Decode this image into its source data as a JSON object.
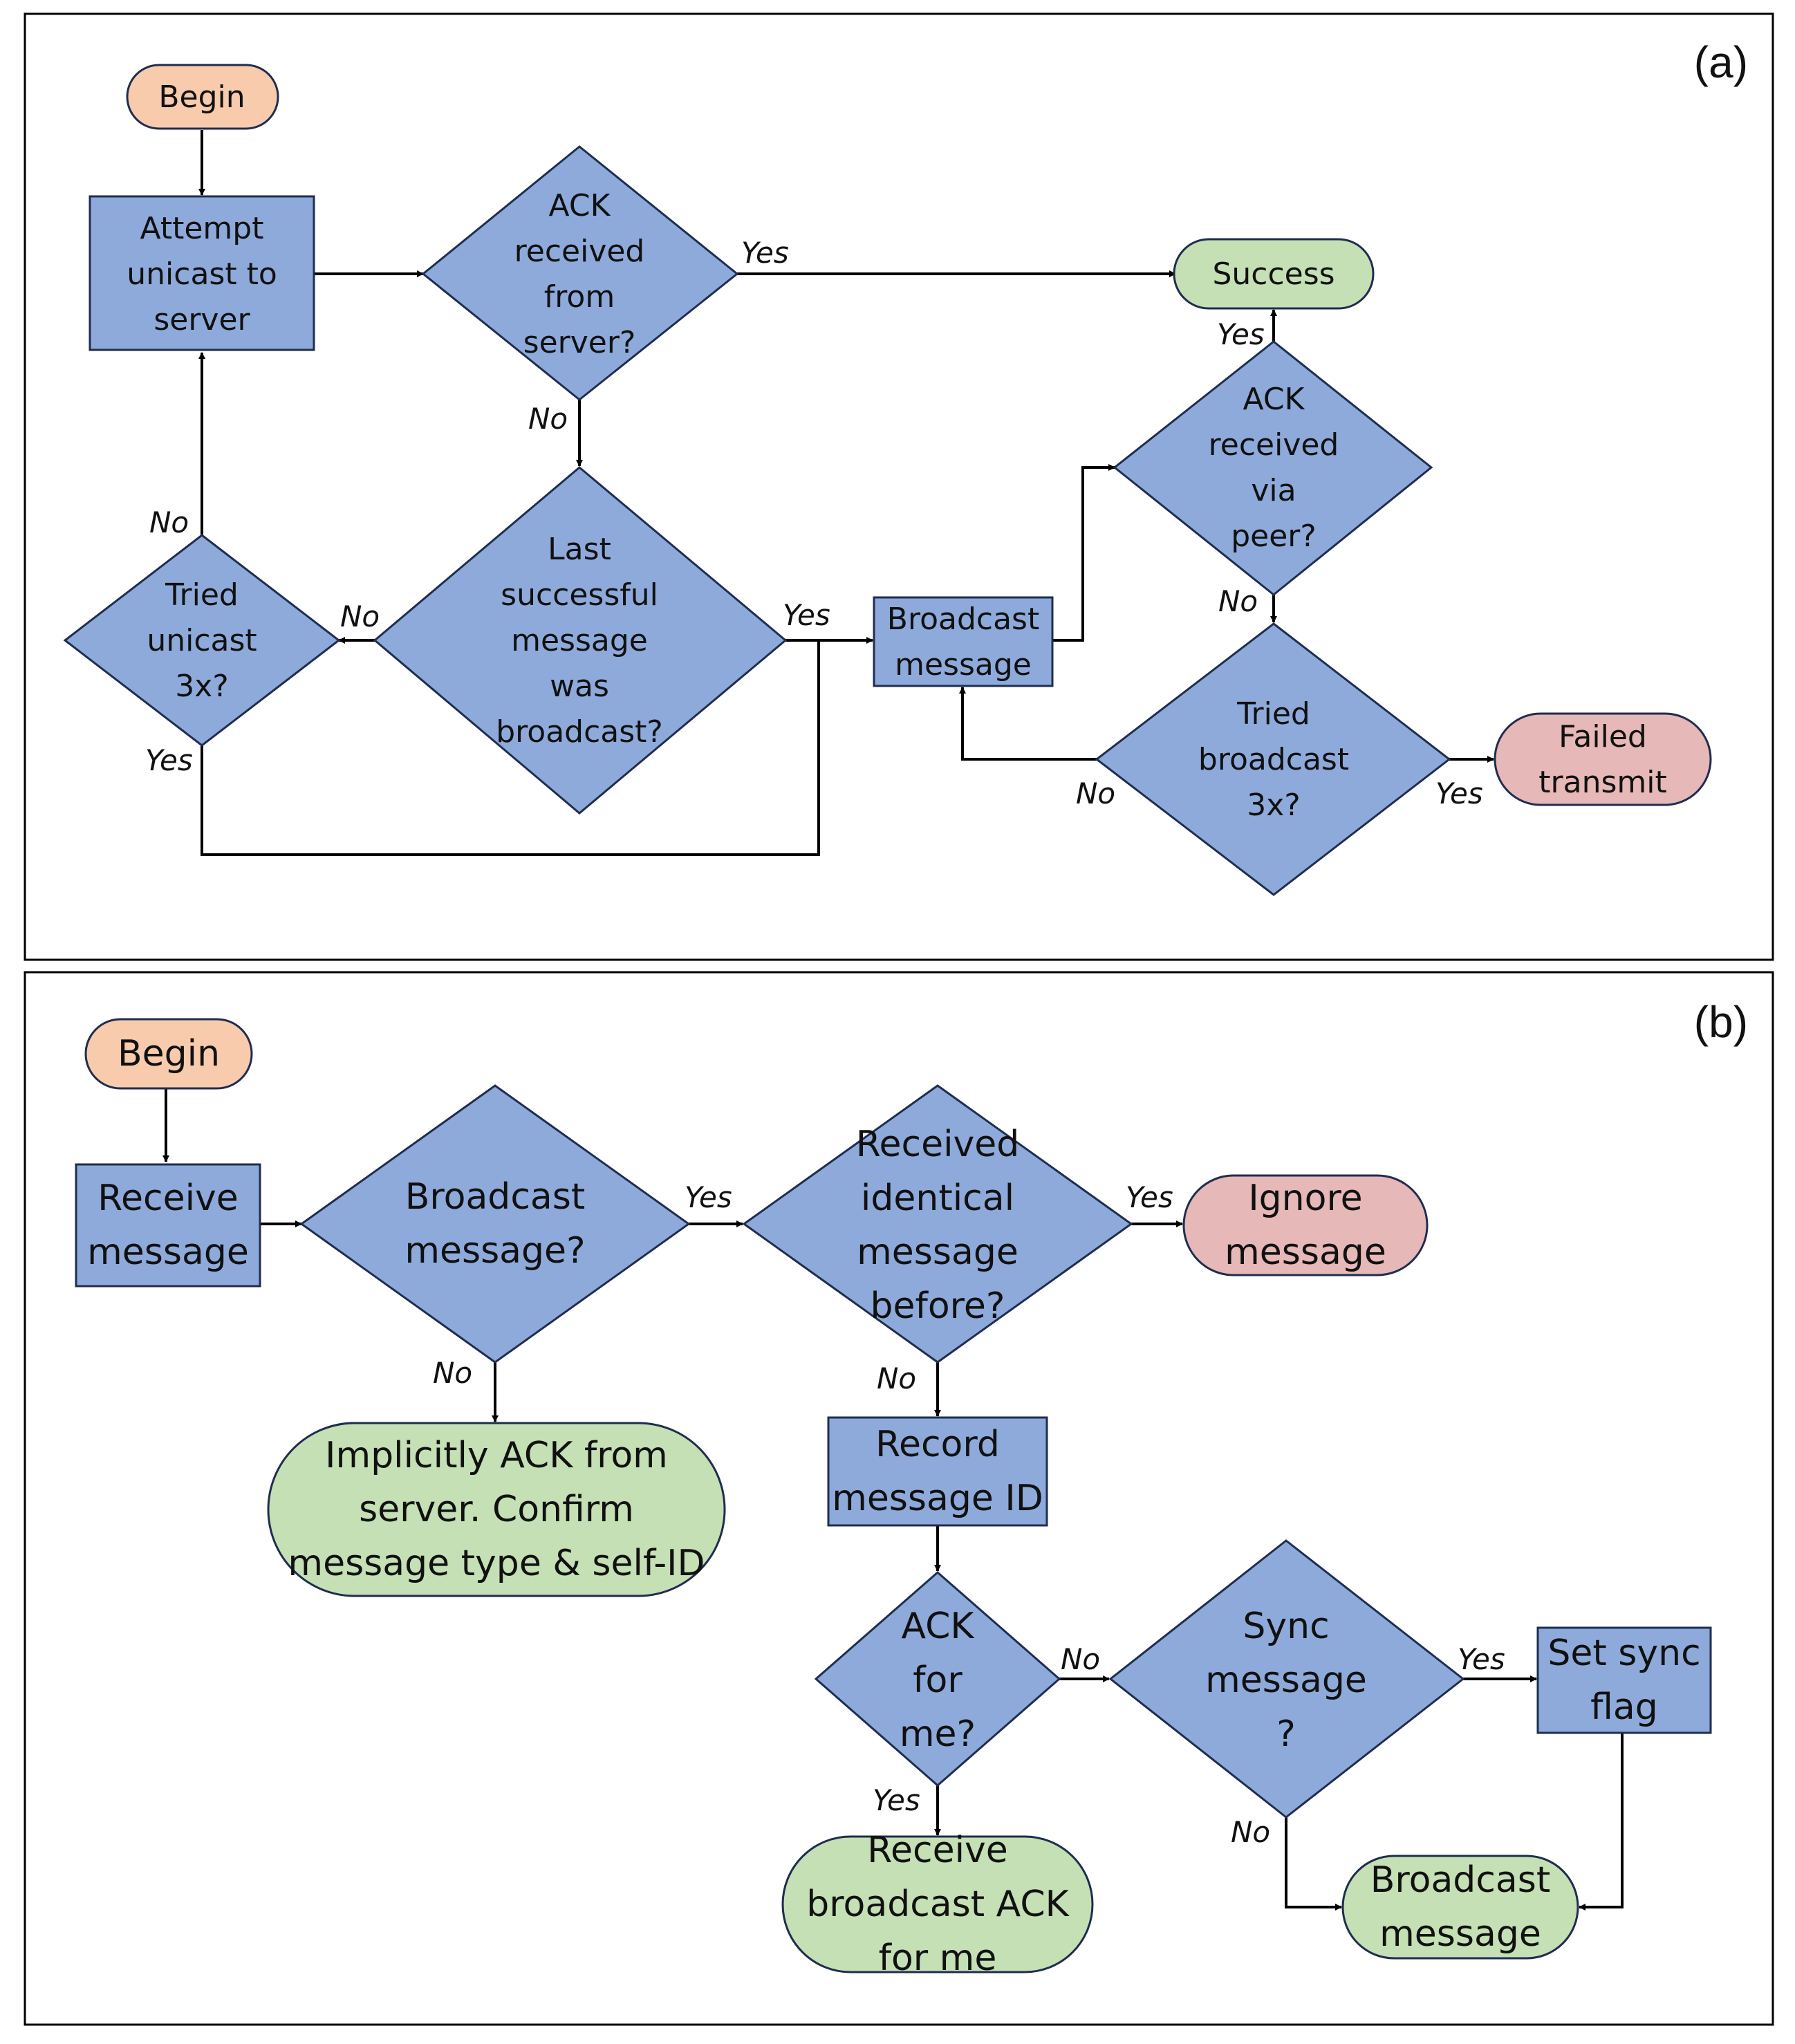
{
  "colors": {
    "process": "#8eaadb",
    "decision": "#8eaadb",
    "begin": "#f8cbad",
    "success": "#c5e0b4",
    "fail": "#e6b8b7",
    "stroke": "#1f2d4f",
    "line": "#000000"
  },
  "panel_a": {
    "label": "(a)",
    "nodes": {
      "begin": [
        "Begin"
      ],
      "attempt_unicast": [
        "Attempt",
        "unicast to",
        "server"
      ],
      "ack_from_server": [
        "ACK",
        "received",
        "from",
        "server?"
      ],
      "success": [
        "Success"
      ],
      "ack_via_peer": [
        "ACK",
        "received",
        "via",
        "peer?"
      ],
      "tried_unicast": [
        "Tried",
        "unicast",
        "3x?"
      ],
      "last_broadcast": [
        "Last",
        "successful",
        "message",
        "was",
        "broadcast?"
      ],
      "broadcast_message": [
        "Broadcast",
        "message"
      ],
      "tried_broadcast": [
        "Tried",
        "broadcast",
        "3x?"
      ],
      "failed_transmit": [
        "Failed",
        "transmit"
      ]
    },
    "edge_labels": {
      "ack_server_yes": "Yes",
      "ack_server_no": "No",
      "ack_peer_yes": "Yes",
      "ack_peer_no": "No",
      "tried_unicast_no": "No",
      "tried_unicast_yes": "Yes",
      "last_broadcast_no": "No",
      "last_broadcast_yes": "Yes",
      "tried_broadcast_no": "No",
      "tried_broadcast_yes": "Yes"
    }
  },
  "panel_b": {
    "label": "(b)",
    "nodes": {
      "begin": [
        "Begin"
      ],
      "receive_message": [
        "Receive",
        "message"
      ],
      "broadcast_q": [
        "Broadcast",
        "message?"
      ],
      "received_identical": [
        "Received",
        "identical",
        "message",
        "before?"
      ],
      "ignore_message": [
        "Ignore",
        "message"
      ],
      "implicit_ack": [
        "Implicitly ACK from",
        "server. Confirm",
        "message type & self-ID"
      ],
      "record_id": [
        "Record",
        "message ID"
      ],
      "ack_for_me": [
        "ACK",
        "for",
        "me?"
      ],
      "sync_q": [
        "Sync",
        "message",
        "?"
      ],
      "set_sync_flag": [
        "Set sync",
        "flag"
      ],
      "receive_broadcast_ack": [
        "Receive",
        "broadcast ACK",
        "for me"
      ],
      "broadcast_message": [
        "Broadcast",
        "message"
      ]
    },
    "edge_labels": {
      "broadcast_yes": "Yes",
      "broadcast_no": "No",
      "identical_yes": "Yes",
      "identical_no": "No",
      "ack_for_me_no": "No",
      "ack_for_me_yes": "Yes",
      "sync_yes": "Yes",
      "sync_no": "No"
    }
  }
}
